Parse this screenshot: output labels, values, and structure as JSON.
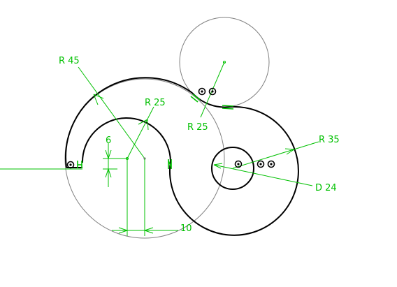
{
  "colors": {
    "background": "#ffffff",
    "geometry": "#000000",
    "construction": "#808080",
    "dimension": "#00c000"
  },
  "dimensions": {
    "r45": "R 45",
    "r25_inner": "R 25",
    "r25_tangent": "R 25",
    "r35": "R 35",
    "d24": "D 24",
    "gap6": "6",
    "offset10": "10"
  },
  "constraint_symbols": [
    "tangent-constraint-icon",
    "vertical-constraint-icon",
    "horizontal-constraint-icon",
    "coincident-constraint-icon"
  ]
}
